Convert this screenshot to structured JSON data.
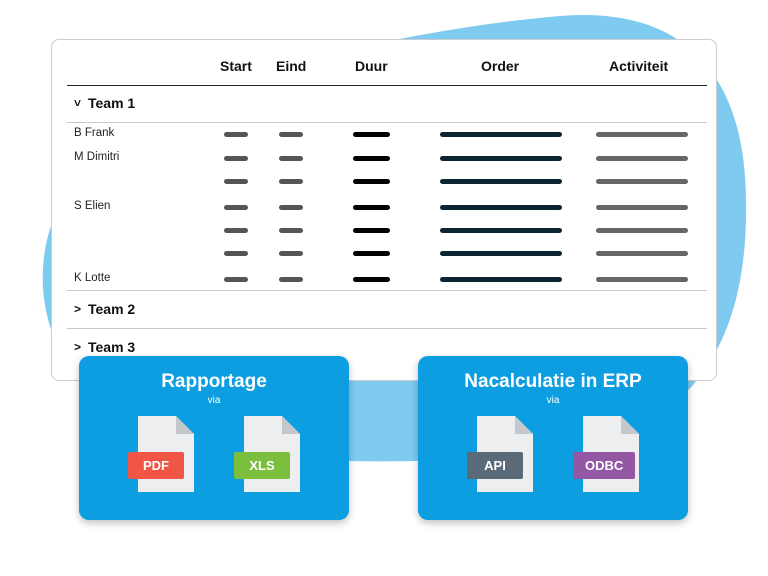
{
  "table": {
    "headers": {
      "start": "Start",
      "eind": "Eind",
      "duur": "Duur",
      "order": "Order",
      "activiteit": "Activiteit"
    },
    "teams": [
      {
        "chevron": "˅",
        "name": "Team 1",
        "expanded": true
      },
      {
        "chevron": ">",
        "name": "Team 2",
        "expanded": false
      },
      {
        "chevron": ">",
        "name": "Team 3",
        "expanded": false
      }
    ],
    "members": [
      "B Frank",
      "M Dimitri",
      "S Elien",
      "K Lotte"
    ]
  },
  "cards": [
    {
      "title": "Rapportage",
      "subtitle": "via",
      "files": [
        {
          "label": "PDF",
          "color": "#f05545"
        },
        {
          "label": "XLS",
          "color": "#7cbf3f"
        }
      ]
    },
    {
      "title": "Nacalculatie in ERP",
      "subtitle": "via",
      "files": [
        {
          "label": "API",
          "color": "#5a6a78"
        },
        {
          "label": "ODBC",
          "color": "#9457a4"
        }
      ]
    }
  ],
  "colors": {
    "background_blob": "#7fcbf0",
    "card": "#0c9ee1",
    "bar_start": "#555555",
    "bar_duur": "#000000",
    "bar_order": "#0b2533",
    "bar_activiteit": "#666666"
  }
}
